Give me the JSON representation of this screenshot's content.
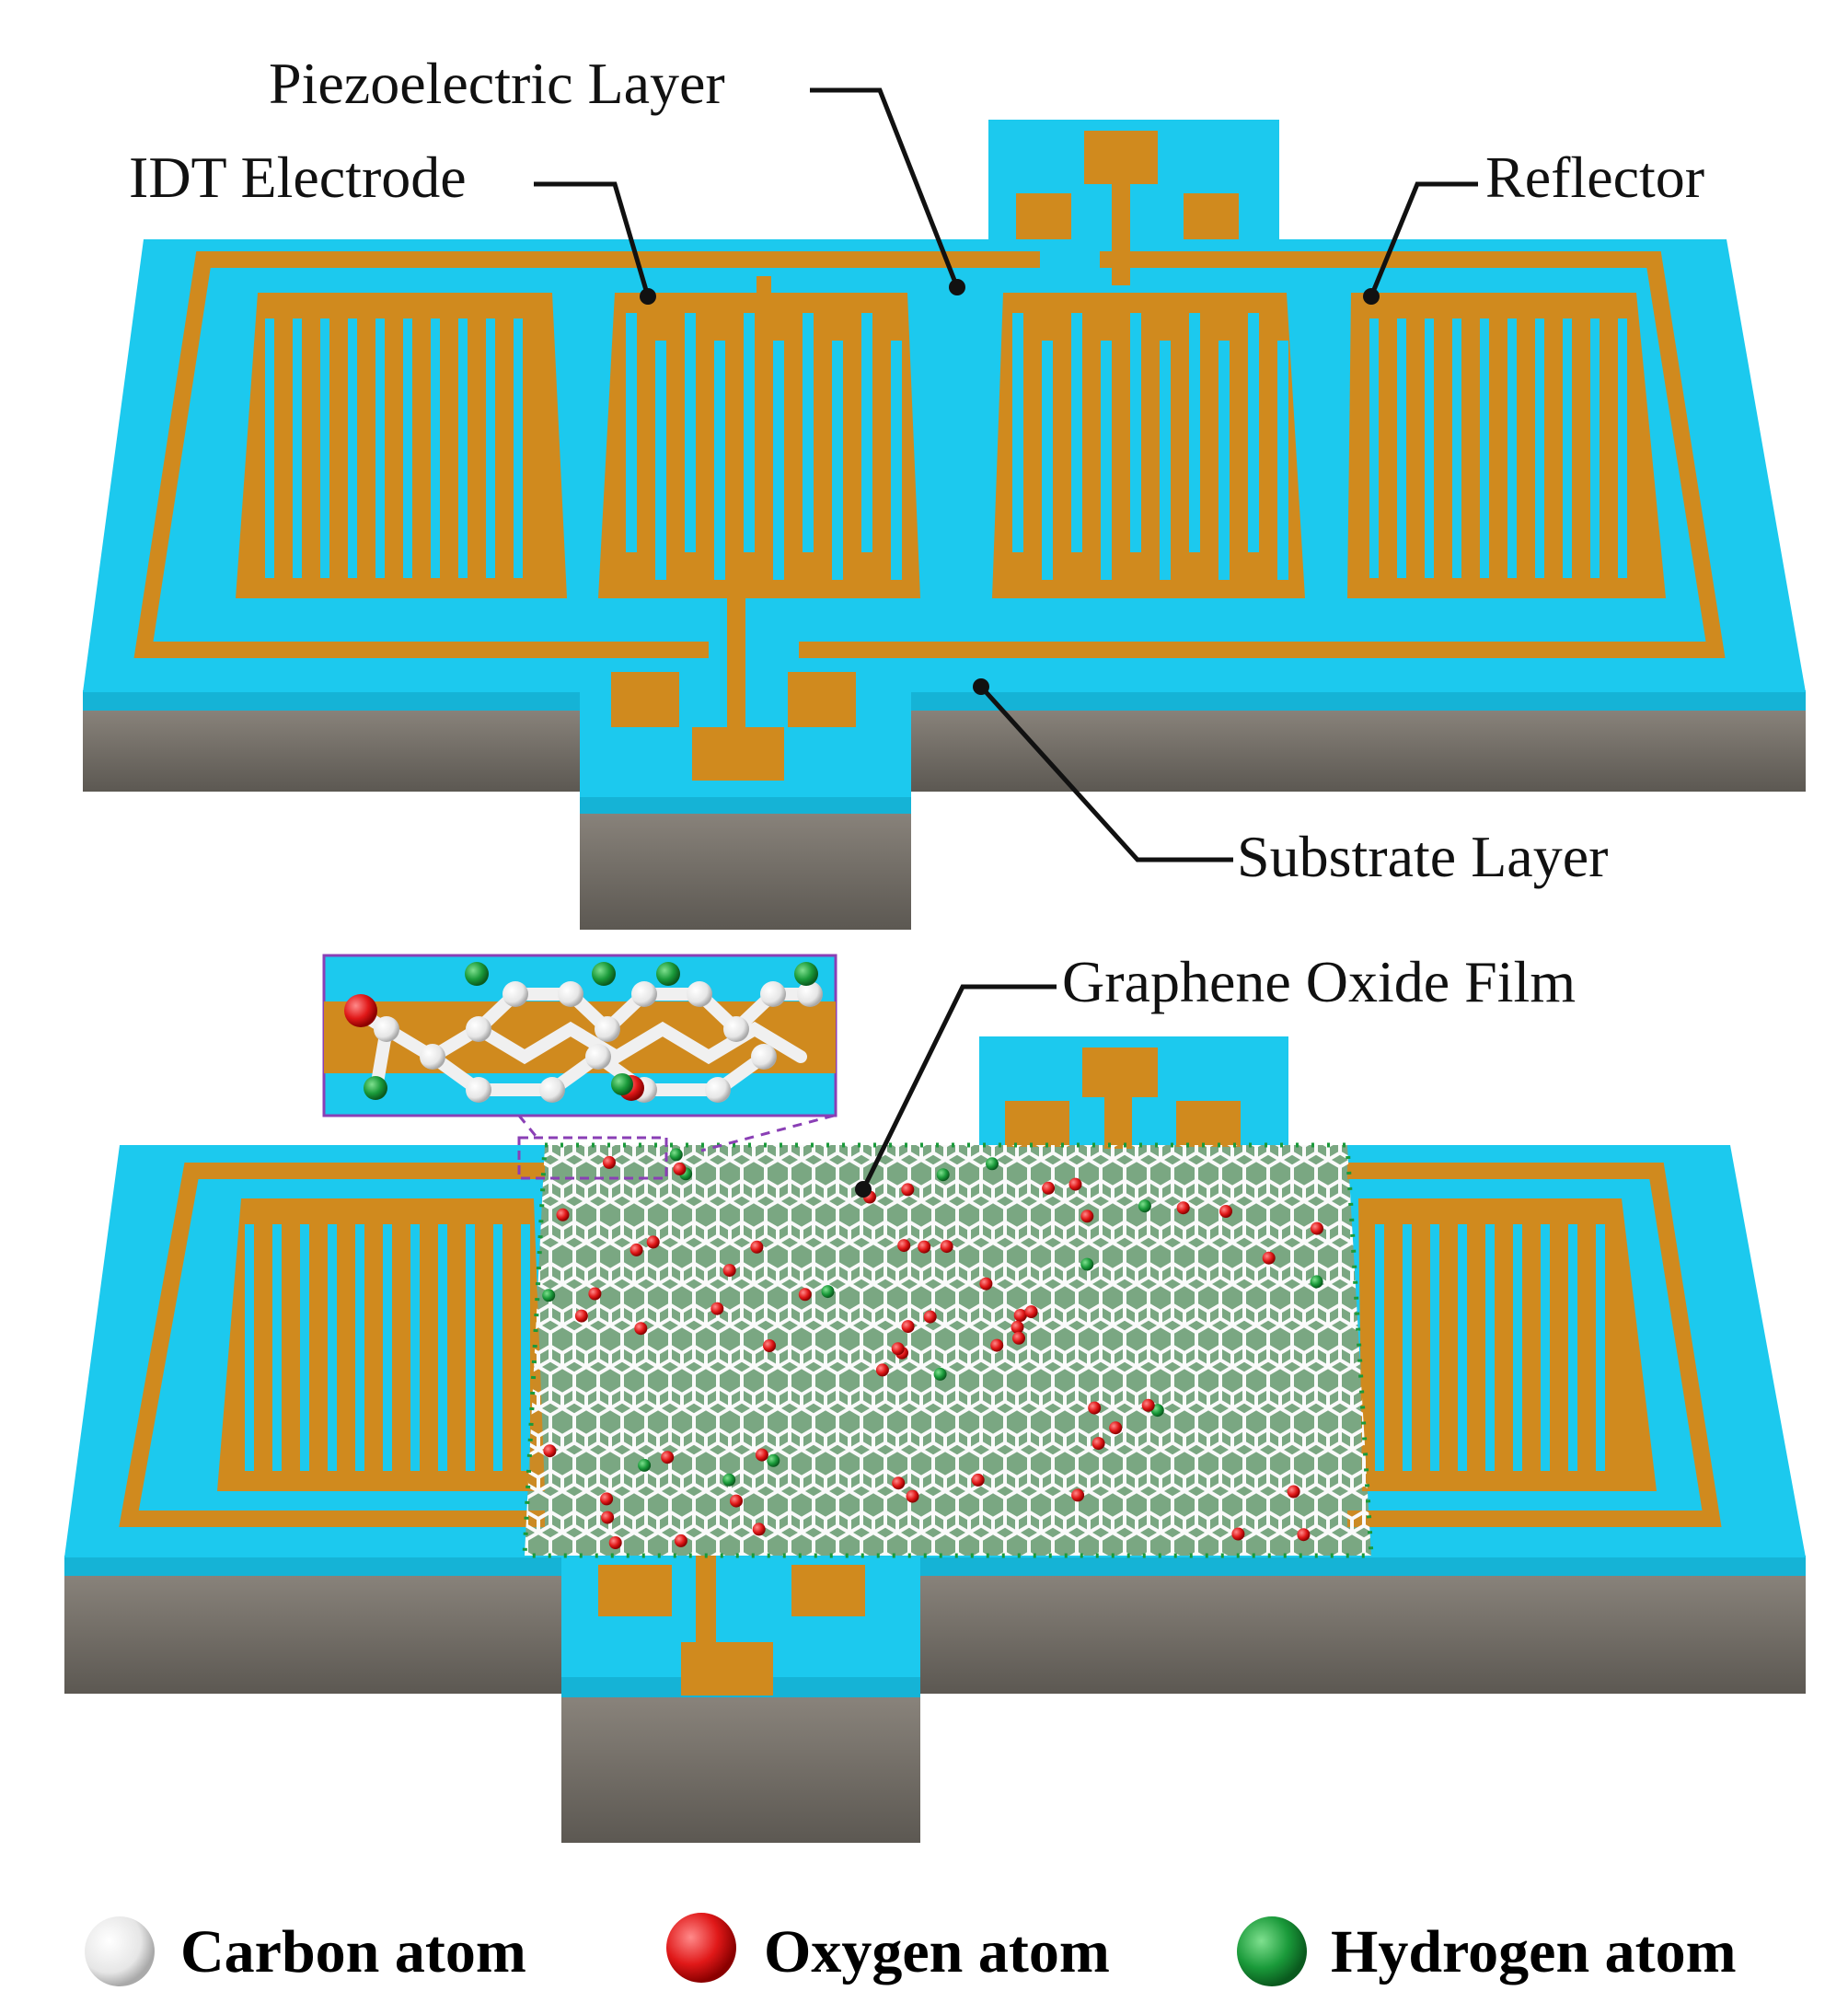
{
  "labels": {
    "piezoelectric_layer": "Piezoelectric Layer",
    "idt_electrode": "IDT Electrode",
    "reflector": "Reflector",
    "substrate_layer": "Substrate Layer",
    "graphene_oxide_film": "Graphene Oxide Film"
  },
  "legend": {
    "carbon": "Carbon atom",
    "oxygen": "Oxygen atom",
    "hydrogen": "Hydrogen atom"
  },
  "colors": {
    "piezo": "#1cc9ee",
    "electrode": "#d08a1e",
    "substrate_top": "#807a72",
    "substrate_front": "#6a655f",
    "carbon": "#f2f2f2",
    "oxygen": "#e01818",
    "hydrogen": "#1a9a3a"
  }
}
